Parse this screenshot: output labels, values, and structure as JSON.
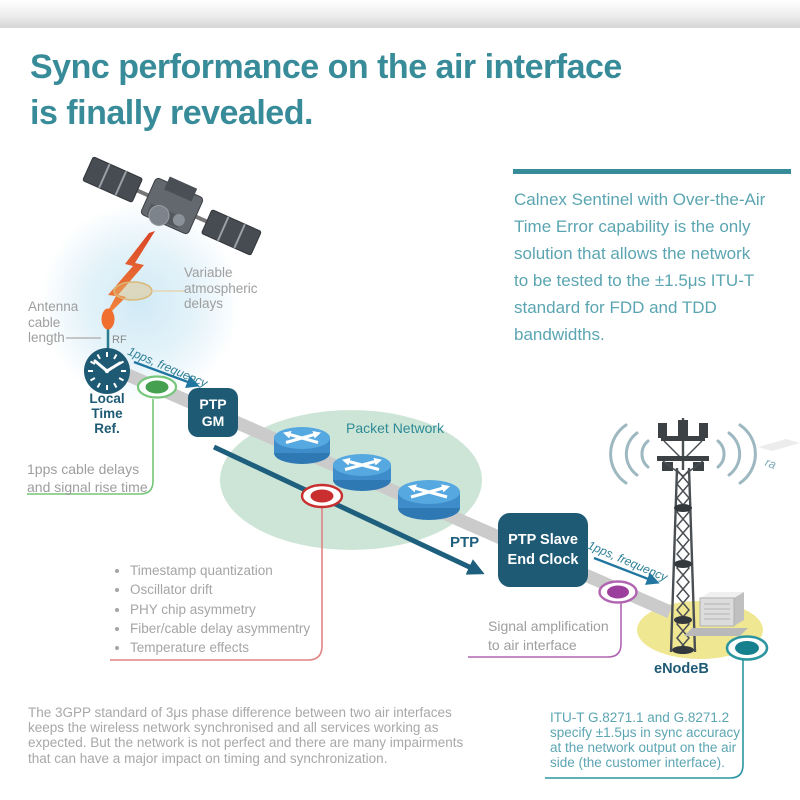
{
  "title": "Sync performance on the air interface\nis finally revealed.",
  "info_box": {
    "text": "Calnex Sentinel with Over-the-Air\nTime Error capability is the only\nsolution that allows the network\nto be tested to the ±1.5μs ITU-T\nstandard for FDD and TDD\nbandwidths."
  },
  "labels": {
    "variable_atmospheric_delays": "Variable\natmospheric\ndelays",
    "antenna_cable_length": "Antenna\ncable\nlength",
    "rf": "RF",
    "local_time_ref": "Local\nTime\nRef.",
    "pps_frequency_1": "1pps, frequency",
    "pps_frequency_2": "1pps, frequency",
    "ptp_gm": "PTP\nGM",
    "packet_network": "Packet Network",
    "ptp": "PTP",
    "ptp_slave_end_clock": "PTP Slave\nEnd Clock",
    "pps_cable_delays": "1pps cable delays\nand signal rise time",
    "signal_amplification": "Signal amplification\nto air interface",
    "enodeb": "eNodeB",
    "edge_partial": "ra"
  },
  "impairments": [
    "Timestamp quantization",
    "Oscillator drift",
    "PHY chip asymmetry",
    "Fiber/cable delay asymmentry",
    "Temperature effects"
  ],
  "notes": {
    "bottom_left": "The 3GPP standard of 3μs phase difference between two air interfaces\nkeeps the wireless network synchronised and all services working as\nexpected. But the network is not perfect and there are many impairments\nthat can have a major impact on timing and synchronization.",
    "bottom_right": "ITU-T G.8271.1 and G.8271.2\nspecify ±1.5μs in sync accuracy\nat the network output on the air\nside (the customer interface)."
  },
  "icons": [
    "satellite-icon",
    "lightning-bolt-icon",
    "antenna-icon",
    "clock-icon",
    "router-icon",
    "cell-tower-icon",
    "radio-waves-icon",
    "equipment-cabinet-icon",
    "measurement-point-green",
    "measurement-point-red",
    "measurement-point-purple",
    "measurement-point-teal"
  ],
  "colors": {
    "accent": "#388c99",
    "tealtext": "#5ba5b2",
    "darkteal": "#1e5a74",
    "graytext": "#9e9e9e",
    "green": "#45a14f",
    "red": "#c92f2f",
    "purple": "#9c3f9c",
    "tealmark": "#17808f",
    "yellow": "#f0e792",
    "pktgreen": "#cde5d7",
    "routerblue": "#4a9bd8",
    "orange": "#f06f2e"
  }
}
